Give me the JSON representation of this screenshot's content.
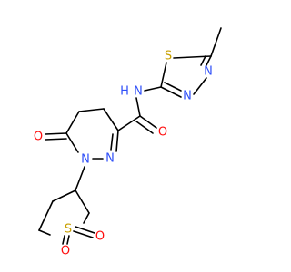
{
  "molecule": {
    "labels": {
      "o_carbonyl_ring": "O",
      "o_amide": "O",
      "n1_ring": "N",
      "n2_ring": "N",
      "nh_amide": "N",
      "h_amide": "H",
      "s_thiadiazole": "S",
      "n3_thiadiazole": "N",
      "n4_thiadiazole": "N",
      "s_sulfolane": "S",
      "o_sulfone_1": "O",
      "o_sulfone_2": "O"
    },
    "colors": {
      "oxygen": "#ff0d0d",
      "nitrogen": "#3050f8",
      "sulfur": "#c8a000",
      "bond": "#000000"
    }
  }
}
